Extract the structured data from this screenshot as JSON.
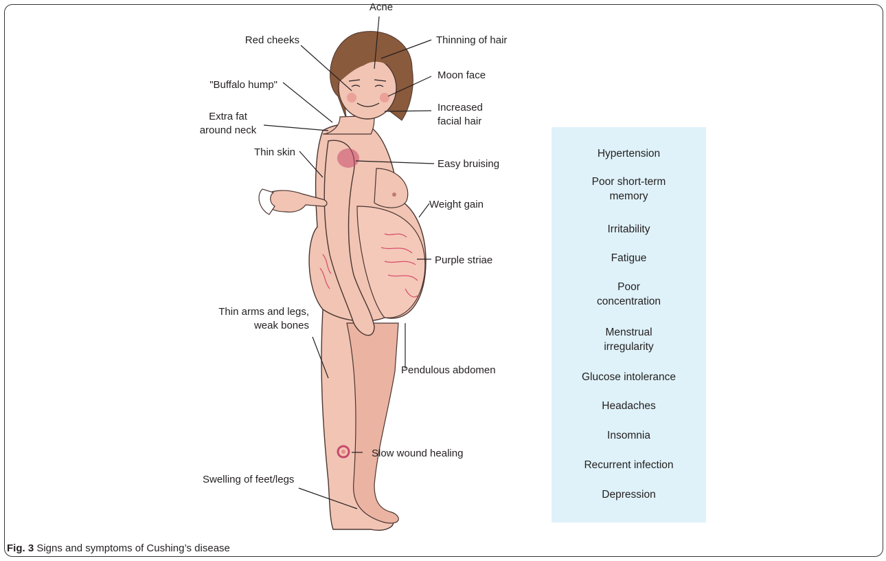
{
  "figure": {
    "caption_label": "Fig. 3",
    "caption_text": "Signs and symptoms of Cushing’s disease"
  },
  "labels": {
    "acne": "Acne",
    "red_cheeks": "Red cheeks",
    "thinning_hair": "Thinning of hair",
    "moon_face": "Moon face",
    "buffalo_hump": "\"Buffalo hump\"",
    "increased_facial_hair_1": "Increased",
    "increased_facial_hair_2": "facial hair",
    "extra_fat_1": "Extra fat",
    "extra_fat_2": "around neck",
    "thin_skin": "Thin skin",
    "easy_bruising": "Easy bruising",
    "weight_gain": "Weight gain",
    "purple_striae": "Purple striae",
    "thin_arms_1": "Thin arms and legs,",
    "thin_arms_2": "weak bones",
    "pendulous_abdomen": "Pendulous abdomen",
    "slow_wound": "Slow wound healing",
    "swelling": "Swelling of feet/legs"
  },
  "symptoms": [
    "Hypertension",
    "Poor short-term\nmemory",
    "Irritability",
    "Fatigue",
    "Poor\nconcentration",
    "Menstrual\nirregularity",
    "Glucose intolerance",
    "Headaches",
    "Insomnia",
    "Recurrent infection",
    "Depression"
  ],
  "colors": {
    "skin": "#f1c4b4",
    "skin_outline": "#4a3530",
    "hair": "#8a5a3c",
    "striae": "#d9506a",
    "panel": "#dff2f9"
  }
}
